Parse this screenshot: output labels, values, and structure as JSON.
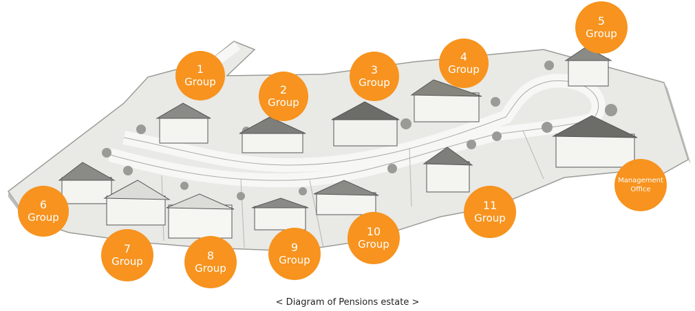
{
  "caption": "< Diagram of Pensions estate >",
  "colors": {
    "marker": "#f7931e",
    "marker_text": "#ffffff",
    "ground": "#e9e9e6",
    "road": "#f4f4f2",
    "edge": "#9a9a96"
  },
  "markers": [
    {
      "num": "1",
      "label": "Group"
    },
    {
      "num": "2",
      "label": "Group"
    },
    {
      "num": "3",
      "label": "Group"
    },
    {
      "num": "4",
      "label": "Group"
    },
    {
      "num": "5",
      "label": "Group"
    },
    {
      "num": "6",
      "label": "Group"
    },
    {
      "num": "7",
      "label": "Group"
    },
    {
      "num": "8",
      "label": "Group"
    },
    {
      "num": "9",
      "label": "Group"
    },
    {
      "num": "10",
      "label": "Group"
    },
    {
      "num": "11",
      "label": "Group"
    },
    {
      "num": "Management",
      "label": "Office"
    }
  ]
}
